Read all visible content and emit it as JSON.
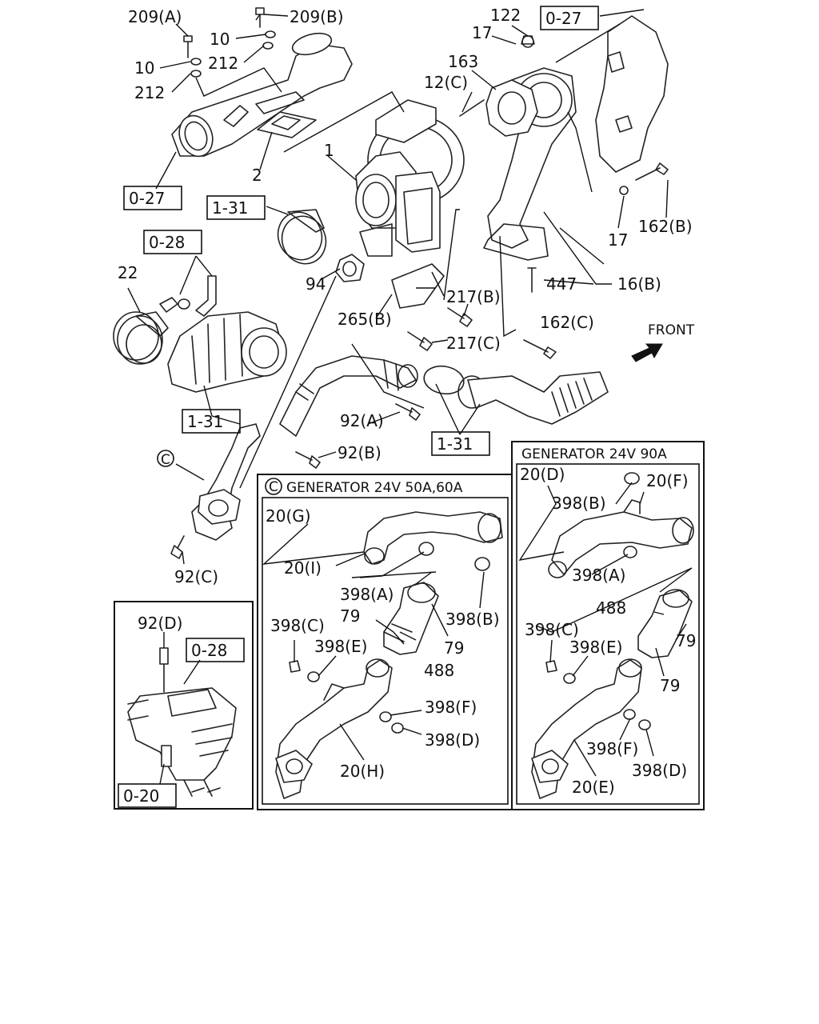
{
  "labels": {
    "p209a": "209(A)",
    "p209b": "209(B)",
    "p10a": "10",
    "p10b": "10",
    "p212a": "212",
    "p212b": "212",
    "p122": "122",
    "p17a": "17",
    "p163": "163",
    "p12c": "12(C)",
    "p1": "1",
    "p2": "2",
    "p162b": "162(B)",
    "p17b": "17",
    "p447": "447",
    "p16b": "16(B)",
    "p22": "22",
    "p94": "94",
    "p217b": "217(B)",
    "p265b": "265(B)",
    "p217c": "217(C)",
    "p162c": "162(C)",
    "p92a": "92(A)",
    "p92b": "92(B)",
    "p92c": "92(C)",
    "pC": "C",
    "p92d": "92(D)",
    "g20g": "20(G)",
    "g20i": "20(I)",
    "g398a": "398(A)",
    "g398b": "398(B)",
    "g79a": "79",
    "g79b": "79",
    "g488": "488",
    "g398c": "398(C)",
    "g398e": "398(E)",
    "g398f": "398(F)",
    "g398d": "398(D)",
    "g20h": "20(H)",
    "h20d": "20(D)",
    "h20f": "20(F)",
    "h398b": "398(B)",
    "h398a": "398(A)",
    "h488": "488",
    "h79a": "79",
    "h79b": "79",
    "h398c": "398(C)",
    "h398e": "398(E)",
    "h398f": "398(F)",
    "h398d": "398(D)",
    "h20e": "20(E)"
  },
  "refs": {
    "r027a": "0-27",
    "r027b": "0-27",
    "r131a": "1-31",
    "r028a": "0-28",
    "r131b": "1-31",
    "r131c": "1-31",
    "r028b": "0-28",
    "r020": "0-20"
  },
  "panels": {
    "gen50_title": "GENERATOR 24V 50A,60A",
    "gen90_title": "GENERATOR 24V 90A"
  },
  "front_label": "FRONT"
}
